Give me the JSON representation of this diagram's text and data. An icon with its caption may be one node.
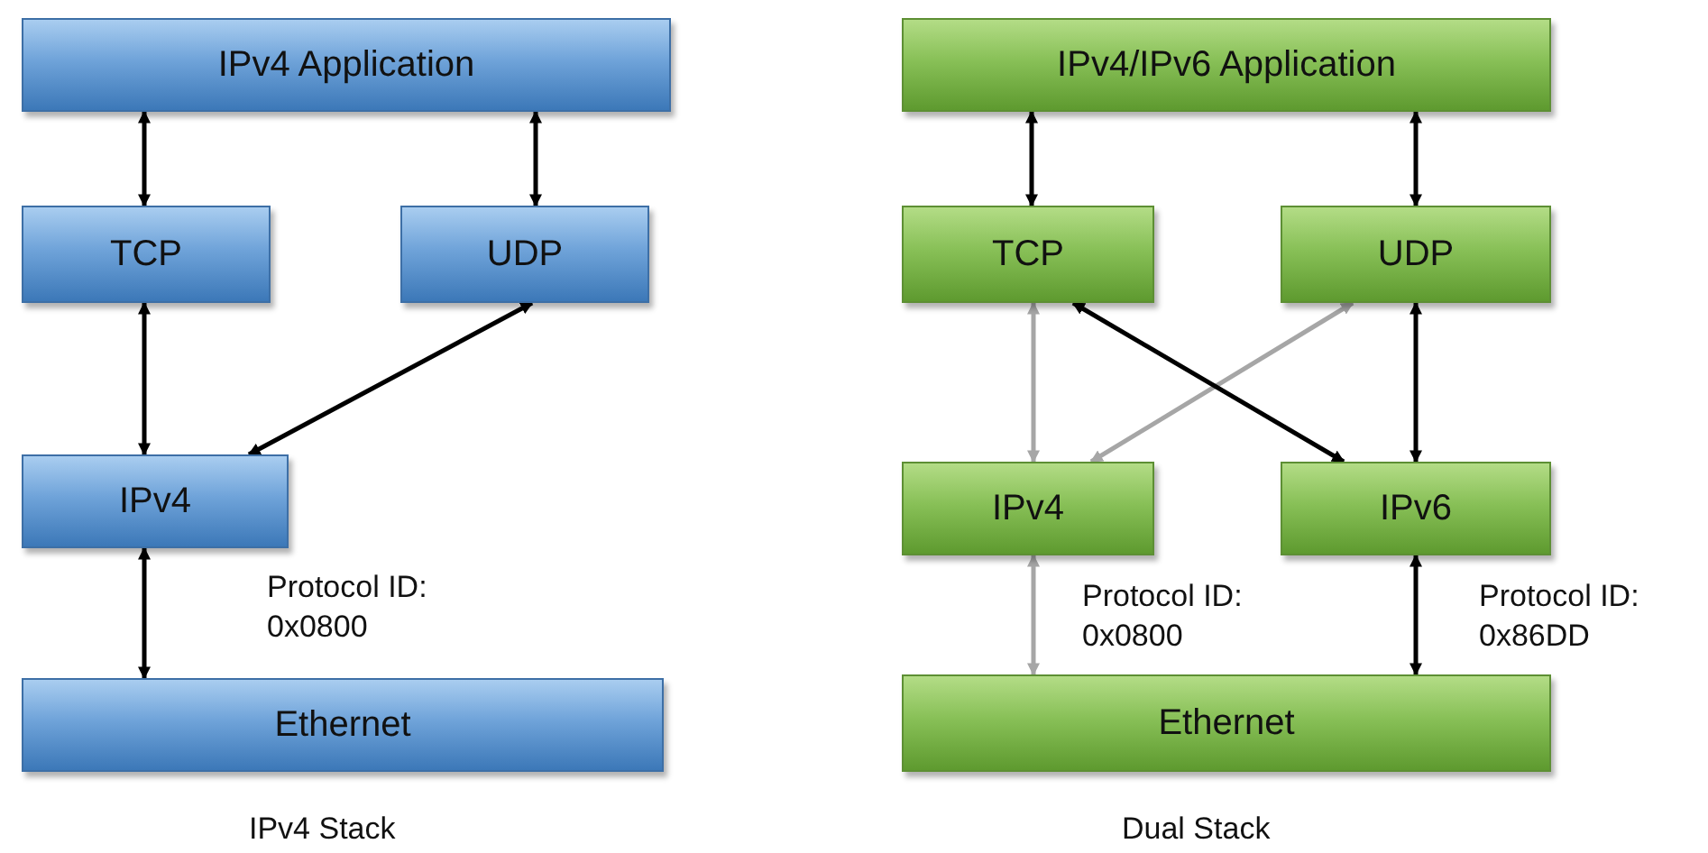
{
  "diagram": {
    "nodes": [
      {
        "text": [
          "IPv4 Application"
        ]
      },
      {
        "text": [
          "TCP"
        ]
      },
      {
        "text": [
          "UDP"
        ]
      },
      {
        "text": [
          "IPv4"
        ]
      },
      {
        "text": [
          "Ethernet"
        ]
      },
      {
        "text": [
          "IPv4/IPv6 Application"
        ]
      },
      {
        "text": [
          "TCP"
        ]
      },
      {
        "text": [
          "UDP"
        ]
      },
      {
        "text": [
          "IPv4"
        ]
      },
      {
        "text": [
          "IPv6"
        ]
      },
      {
        "text": [
          "Ethernet"
        ]
      }
    ],
    "edges": [
      {
        "from": 0,
        "to": 1,
        "arrow": "both"
      },
      {
        "from": 0,
        "to": 2,
        "arrow": "both"
      },
      {
        "from": 1,
        "to": 3,
        "arrow": "both"
      },
      {
        "from": 3,
        "to": 2,
        "arrow": "both"
      },
      {
        "from": 3,
        "to": 4,
        "arrow": "both"
      },
      {
        "from": 5,
        "to": 6,
        "arrow": "both"
      },
      {
        "from": 5,
        "to": 7,
        "arrow": "both"
      },
      {
        "from": 6,
        "to": 8,
        "arrow": "both",
        "color": "#a6a6a6"
      },
      {
        "from": 8,
        "to": 7,
        "arrow": "both",
        "color": "#a6a6a6"
      },
      {
        "from": 6,
        "to": 9,
        "arrow": "both"
      },
      {
        "from": 7,
        "to": 9,
        "arrow": "both"
      },
      {
        "from": 8,
        "to": 10,
        "arrow": "both",
        "color": "#a6a6a6"
      },
      {
        "from": 9,
        "to": 10,
        "arrow": "both"
      }
    ],
    "labels": [
      "Protocol ID: 0x0800",
      "IPv4 Stack",
      "Protocol ID: 0x0800",
      "Protocol ID: 0x86DD",
      "Dual Stack"
    ]
  }
}
